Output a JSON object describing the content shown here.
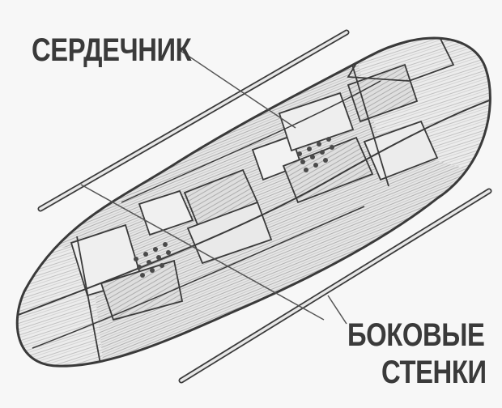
{
  "labels": {
    "core": "СЕРДЕЧНИК",
    "sidewalls_line1": "БОКОВЫЕ",
    "sidewalls_line2": "СТЕНКИ"
  },
  "parts": [
    "snowboard-core",
    "sidewall-top",
    "sidewall-bottom"
  ],
  "colors": {
    "ink": "#3a3a3a",
    "wood_light": "#e4e4e4",
    "wood_mid": "#cfcfcf",
    "background": "#f7f7f7"
  }
}
